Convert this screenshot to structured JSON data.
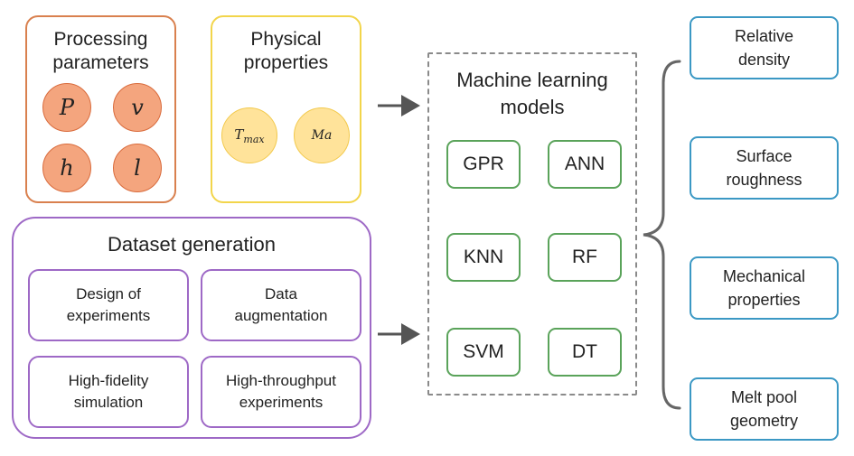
{
  "processing": {
    "title": "Processing\nparameters",
    "params": [
      "P",
      "v",
      "h",
      "l"
    ]
  },
  "physical": {
    "title": "Physical\nproperties",
    "tmax_base": "T",
    "tmax_sub": "max",
    "ma": "Ma"
  },
  "dataset": {
    "title": "Dataset generation",
    "items": [
      "Design of\nexperiments",
      "Data\naugmentation",
      "High-fidelity\nsimulation",
      "High-throughput\nexperiments"
    ]
  },
  "models": {
    "title": "Machine learning\nmodels",
    "items": [
      "GPR",
      "ANN",
      "KNN",
      "RF",
      "SVM",
      "DT"
    ]
  },
  "outputs": [
    "Relative\ndensity",
    "Surface\nroughness",
    "Mechanical\nproperties",
    "Melt pool\ngeometry"
  ],
  "colors": {
    "processing_border": "#d9804e",
    "physical_border": "#f2d54b",
    "dataset_border": "#9e69c6",
    "model_border": "#5aa35a",
    "output_border": "#3b98c4",
    "arrow": "#555555"
  }
}
